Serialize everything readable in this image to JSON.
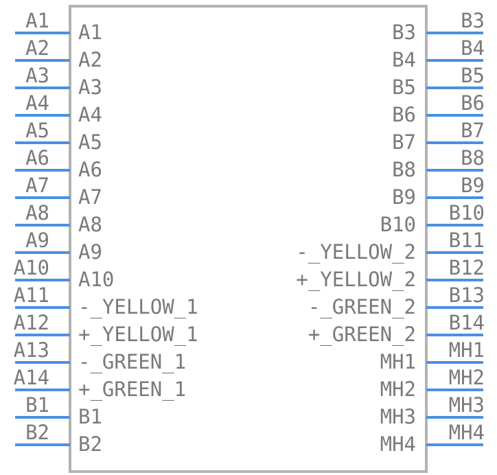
{
  "component": {
    "body_color": "#b3b3b3",
    "pin_color": "#4a90e2",
    "text_color": "#7a7a7a"
  },
  "left_pins": [
    {
      "number": "A1",
      "name": "A1"
    },
    {
      "number": "A2",
      "name": "A2"
    },
    {
      "number": "A3",
      "name": "A3"
    },
    {
      "number": "A4",
      "name": "A4"
    },
    {
      "number": "A5",
      "name": "A5"
    },
    {
      "number": "A6",
      "name": "A6"
    },
    {
      "number": "A7",
      "name": "A7"
    },
    {
      "number": "A8",
      "name": "A8"
    },
    {
      "number": "A9",
      "name": "A9"
    },
    {
      "number": "A10",
      "name": "A10"
    },
    {
      "number": "A11",
      "name": "-_YELLOW_1"
    },
    {
      "number": "A12",
      "name": "+_YELLOW_1"
    },
    {
      "number": "A13",
      "name": "-_GREEN_1"
    },
    {
      "number": "A14",
      "name": "+_GREEN_1"
    },
    {
      "number": "B1",
      "name": "B1"
    },
    {
      "number": "B2",
      "name": "B2"
    }
  ],
  "right_pins": [
    {
      "number": "B3",
      "name": "B3"
    },
    {
      "number": "B4",
      "name": "B4"
    },
    {
      "number": "B5",
      "name": "B5"
    },
    {
      "number": "B6",
      "name": "B6"
    },
    {
      "number": "B7",
      "name": "B7"
    },
    {
      "number": "B8",
      "name": "B8"
    },
    {
      "number": "B9",
      "name": "B9"
    },
    {
      "number": "B10",
      "name": "B10"
    },
    {
      "number": "B11",
      "name": "-_YELLOW_2"
    },
    {
      "number": "B12",
      "name": "+_YELLOW_2"
    },
    {
      "number": "B13",
      "name": "-_GREEN_2"
    },
    {
      "number": "B14",
      "name": "+_GREEN_2"
    },
    {
      "number": "MH1",
      "name": "MH1"
    },
    {
      "number": "MH2",
      "name": "MH2"
    },
    {
      "number": "MH3",
      "name": "MH3"
    },
    {
      "number": "MH4",
      "name": "MH4"
    }
  ]
}
